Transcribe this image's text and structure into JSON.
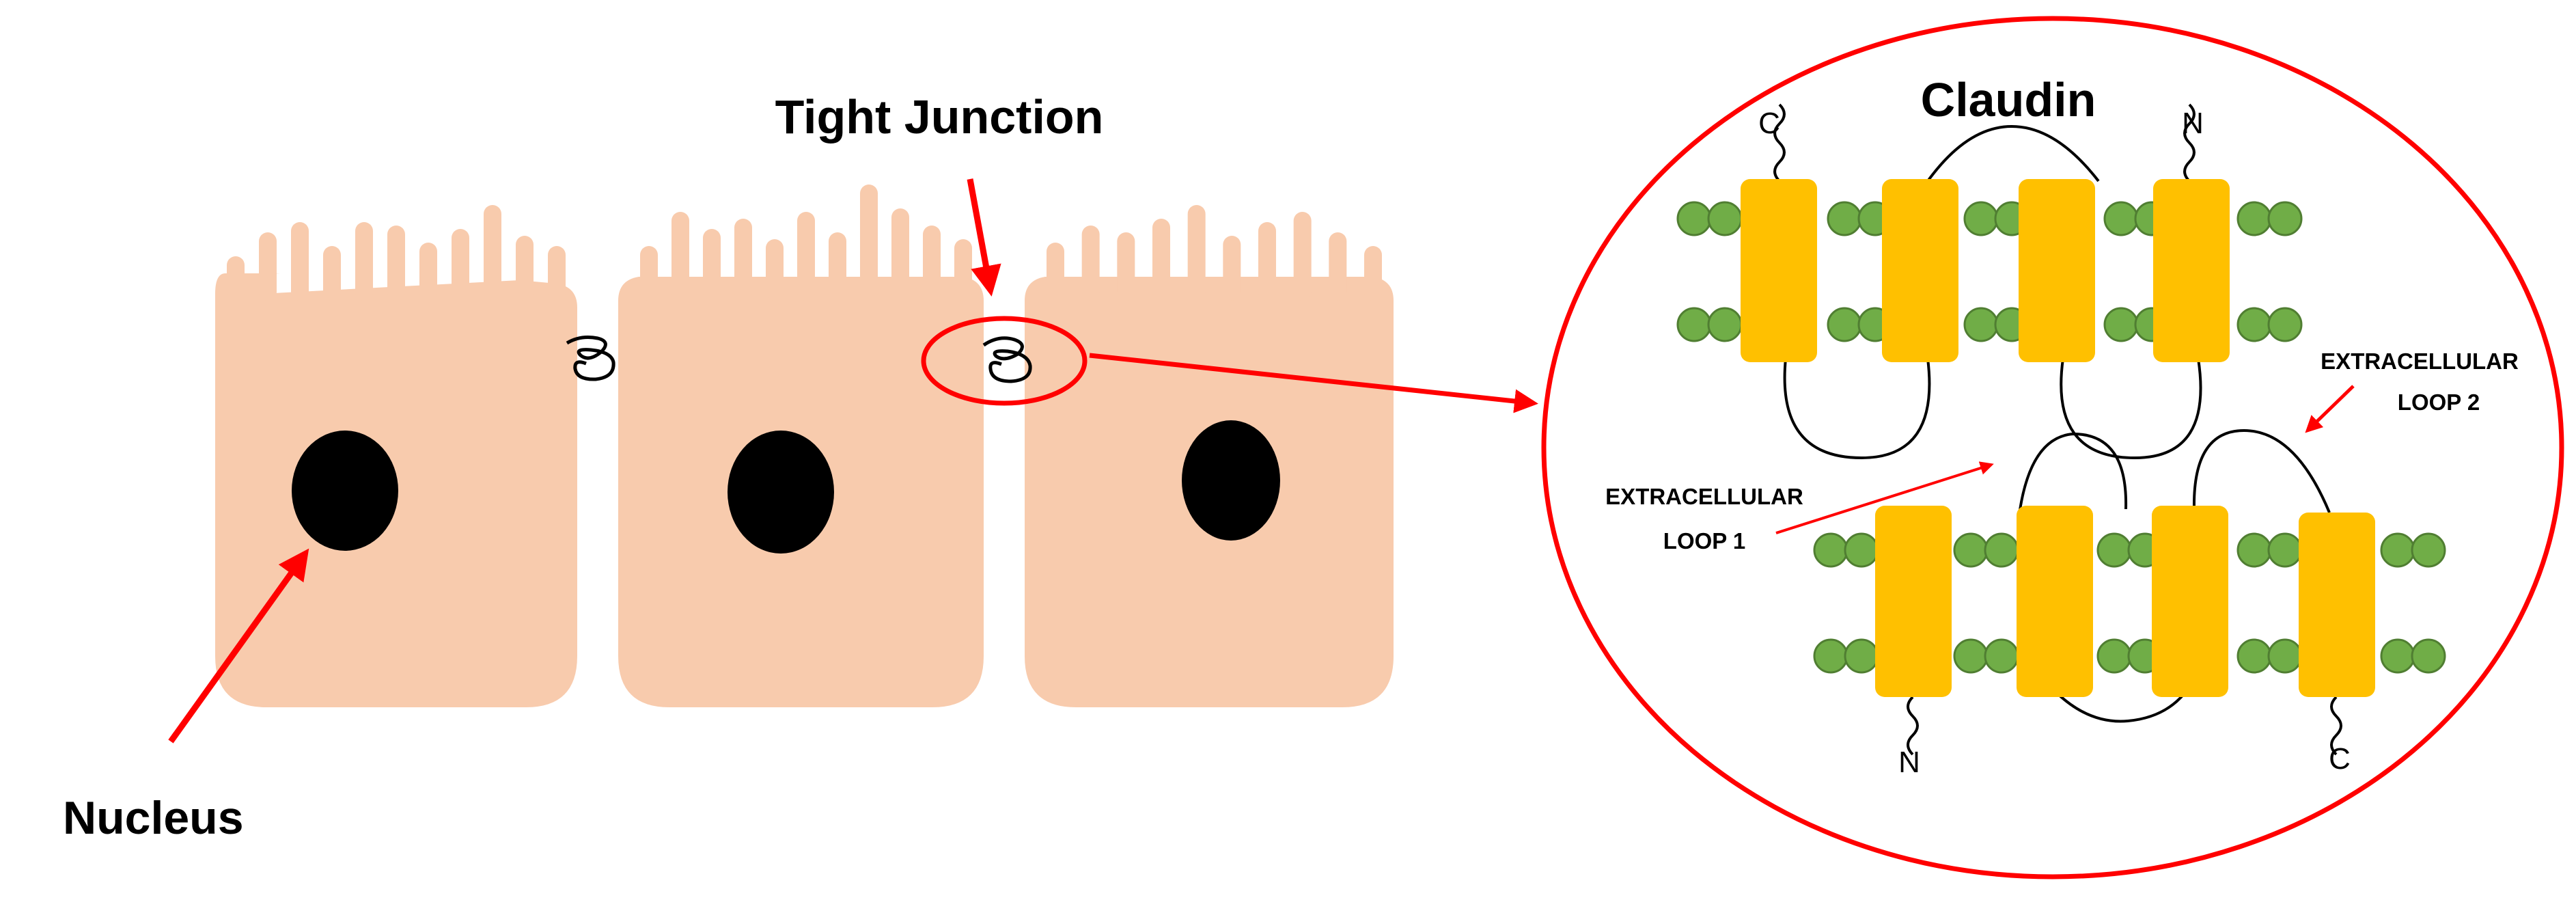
{
  "labels": {
    "tight_junction": "Tight Junction",
    "nucleus": "Nucleus",
    "claudin": "Claudin",
    "ecl1_line1": "EXTRACELLULAR",
    "ecl1_line2": "LOOP 1",
    "ecl2_line1": "EXTRACELLULAR",
    "ecl2_line2": "LOOP 2",
    "top_c": "C",
    "top_n": "N",
    "bottom_n": "N",
    "bottom_c": "C"
  },
  "colors": {
    "cell": "#f8cbad",
    "nucleus": "#000000",
    "arrow": "#ff0000",
    "protein": "#ffc000",
    "lipid": "#70ad47",
    "lipid_stroke": "#507e32",
    "outline": "#000000"
  }
}
